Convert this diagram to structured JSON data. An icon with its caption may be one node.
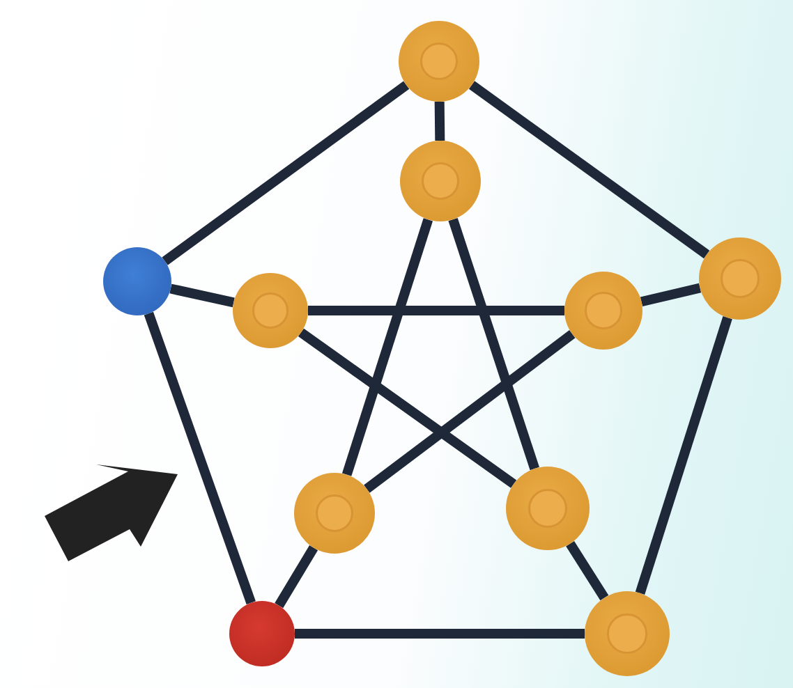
{
  "diagram": {
    "nodes": [
      {
        "text": [],
        "shape": "circle"
      },
      {
        "text": [],
        "shape": "circle"
      },
      {
        "text": [],
        "shape": "circle"
      },
      {
        "text": [],
        "shape": "circle"
      },
      {
        "text": [],
        "shape": "circle"
      },
      {
        "text": [],
        "shape": "circle"
      },
      {
        "text": [],
        "shape": "circle"
      },
      {
        "text": [],
        "shape": "circle"
      },
      {
        "text": [],
        "shape": "circle"
      },
      {
        "text": [],
        "shape": "circle"
      }
    ],
    "edges": [
      {
        "from": 0,
        "to": 2,
        "arrow": "none"
      },
      {
        "from": 0,
        "to": 3,
        "arrow": "none"
      },
      {
        "from": 2,
        "to": 8,
        "arrow": "none"
      },
      {
        "from": 3,
        "to": 9,
        "arrow": "none"
      },
      {
        "from": 8,
        "to": 9,
        "arrow": "none"
      },
      {
        "from": 0,
        "to": 1,
        "arrow": "none"
      },
      {
        "from": 2,
        "to": 4,
        "arrow": "none"
      },
      {
        "from": 3,
        "to": 5,
        "arrow": "none"
      },
      {
        "from": 8,
        "to": 6,
        "arrow": "none"
      },
      {
        "from": 9,
        "to": 7,
        "arrow": "none"
      },
      {
        "from": 1,
        "to": 6,
        "arrow": "none"
      },
      {
        "from": 1,
        "to": 7,
        "arrow": "none"
      },
      {
        "from": 4,
        "to": 5,
        "arrow": "none"
      },
      {
        "from": 4,
        "to": 7,
        "arrow": "none"
      },
      {
        "from": 5,
        "to": 6,
        "arrow": "none"
      }
    ]
  }
}
